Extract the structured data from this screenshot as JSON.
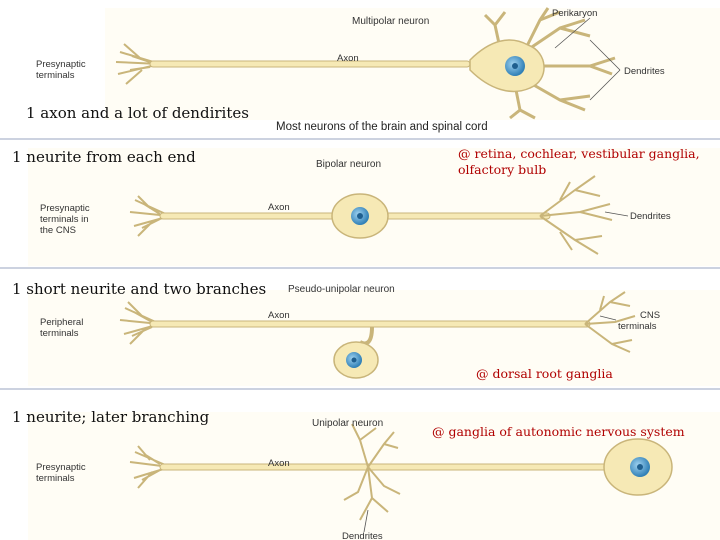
{
  "notes": {
    "multipolar": "1 axon and a lot of dendirites",
    "bipolar": "1 neurite from each end",
    "pseudo_unipolar": "1 short neurite and two branches",
    "unipolar": "1 neurite; later branching"
  },
  "locations": {
    "multipolar": "Most neurons of the brain and spinal cord",
    "bipolar": "@ retina, cochlear, vestibular ganglia, olfactory bulb",
    "pseudo_unipolar": "@ dorsal root ganglia",
    "unipolar": "@ ganglia of autonomic nervous system"
  },
  "diagrams": {
    "multipolar": {
      "title": "Multipolar neuron",
      "perikaryon": "Perikaryon",
      "axon": "Axon",
      "terminals": [
        "Presynaptic",
        "terminals"
      ],
      "dendrites": "Dendrites"
    },
    "bipolar": {
      "title": "Bipolar neuron",
      "axon": "Axon",
      "terminals": [
        "Presynaptic",
        "terminals in",
        "the CNS"
      ],
      "dendrites": "Dendrites"
    },
    "pseudo_unipolar": {
      "title": "Pseudo-unipolar neuron",
      "axon": "Axon",
      "terminals": [
        "Peripheral",
        "terminals"
      ],
      "cns": [
        "CNS",
        "terminals"
      ]
    },
    "unipolar": {
      "title": "Unipolar neuron",
      "axon": "Axon",
      "terminals": [
        "Presynaptic",
        "terminals"
      ],
      "dendrites": "Dendrites"
    }
  },
  "colors": {
    "cell_fill": "#f6e9b5",
    "cell_stroke": "#c9b57a",
    "nucleus": "#5aa7d6",
    "divider": "#9aa6c0",
    "location_text": "#b00000"
  }
}
